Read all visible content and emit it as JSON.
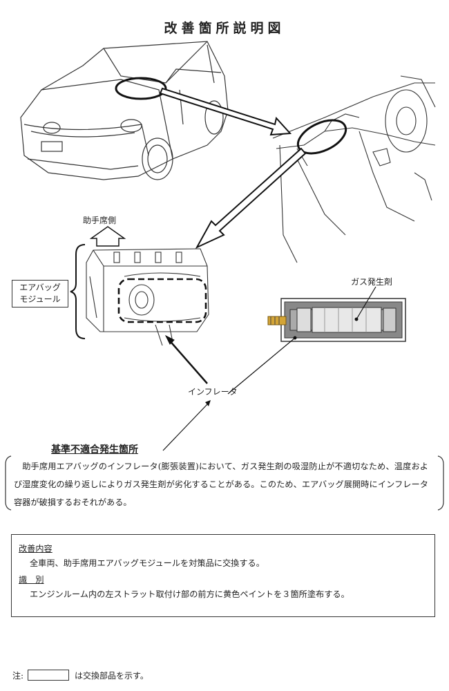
{
  "title": "改善箇所説明図",
  "labels": {
    "passenger_side": "助手席側",
    "airbag_module": "エアバッグ\nモジュール",
    "gas_generant": "ガス発生剤",
    "inflator": "インフレータ"
  },
  "noncompliance": {
    "heading": "基準不適合発生箇所",
    "text": "助手席用エアバッグのインフレータ(膨張装置)において、ガス発生剤の吸湿防止が不適切なため、温度および湿度変化の繰り返しによりガス発生剤が劣化することがある。このため、エアバッグ展開時にインフレータ容器が破損するおそれがある。"
  },
  "improvement": {
    "heading": "改善内容",
    "text": "全車両、助手席用エアバッグモジュールを対策品に交換する。"
  },
  "identification": {
    "heading": "識　別",
    "text": "エンジンルーム内の左ストラット取付け部の前方に黄色ペイントを３箇所塗布する。"
  },
  "note": {
    "prefix": "注:",
    "suffix": "は交換部品を示す。"
  }
}
